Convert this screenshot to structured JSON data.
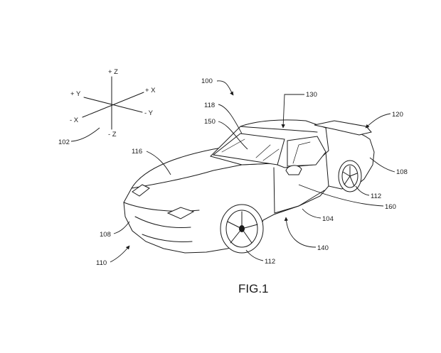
{
  "figure_caption": "FIG.1",
  "axes": {
    "plus_z": "+ Z",
    "minus_z": "- Z",
    "plus_y": "+ Y",
    "minus_y": "- Y",
    "plus_x": "+ X",
    "minus_x": "- X"
  },
  "reference_numerals": {
    "r100": "100",
    "r102": "102",
    "r104": "104",
    "r108_front": "108",
    "r108_rear": "108",
    "r110": "110",
    "r112_front": "112",
    "r112_rear": "112",
    "r116": "116",
    "r118": "118",
    "r120": "120",
    "r130": "130",
    "r140": "140",
    "r150": "150",
    "r160": "160"
  }
}
